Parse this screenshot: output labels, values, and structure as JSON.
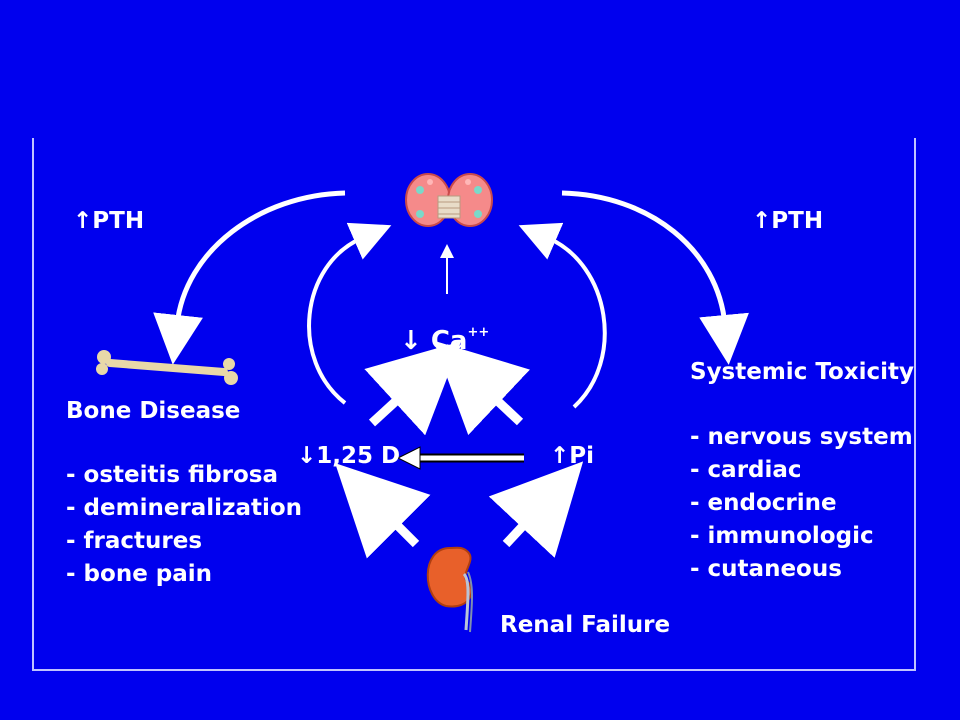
{
  "diagram": {
    "top_left_label": "↑PTH",
    "top_right_label": "↑PTH",
    "center_label_main": "↓ Ca",
    "center_label_sup": "++",
    "left_mid_label": "↓1,25 D",
    "right_mid_label": "↑Pi",
    "bottom_label": "Renal Failure",
    "bone": {
      "title": "Bone Disease",
      "items": [
        "- osteitis fibrosa",
        "- demineralization",
        "- fractures",
        "- bone pain"
      ]
    },
    "systemic": {
      "title": "Systemic Toxicity",
      "items": [
        "- nervous system",
        "- cardiac",
        "- endocrine",
        "- immunologic",
        "- cutaneous"
      ]
    },
    "colors": {
      "background": "#0000ee",
      "frame": "#bfc3ff",
      "arrows": "#ffffff",
      "gland": "#f58a8a",
      "kidney": "#e8602a",
      "bone": "#e8d8a8"
    },
    "icons": [
      "parathyroid-gland-icon",
      "bone-icon",
      "kidney-icon"
    ]
  }
}
